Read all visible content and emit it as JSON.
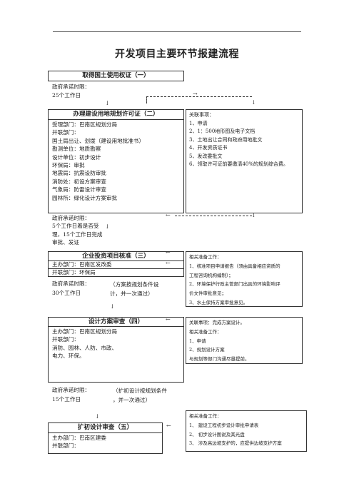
{
  "title": "开发项目主要环节报建流程",
  "arrows": {
    "down": "↓",
    "right": "→",
    "left": "←"
  },
  "step1": {
    "header": "取得国土使用权证（一）",
    "time_label": "政府承诺时限：",
    "time_value": "25个工作日"
  },
  "step2": {
    "header": "办理建设用地规划许可证（二）",
    "lines": [
      "受理部门：巴南区规划分局",
      "并联部门：",
      "国土局出让、划拨（建设用地批准书）",
      "勘测单位：地质勘察",
      "设计单位：初步设计",
      "环保局：审批",
      "地震局：抗震设防审批",
      "消防处：初设方案审查",
      "气象局：防雷设计审查",
      "园林所：绿化设计方案审批"
    ],
    "time_lines": [
      "政府承诺时限：",
      "5个工作日着是否受",
      "理，15个工作日完成",
      "审批、发证"
    ],
    "related": [
      "关联事项：",
      "1、申请",
      "2、1：500地形图及电子文档",
      "3、土地出让合同和政府用地批文",
      "4、开发资质证书",
      "5、发改委批文",
      "6、领取许可证前要缴清40%的规划综合费。"
    ]
  },
  "step3": {
    "header": "企业投资项目核准（三）",
    "host": "主办部门：巴南区发改委",
    "joint": "并联部门：环保局",
    "time_label": "政府承诺时限：",
    "time_value": "30个工作日",
    "condition": [
      "（方案按规划条件设",
      "计，并一次通过）"
    ],
    "related": [
      "相关准备工作：",
      "1、核准项目申请报告（须由具备相应资质的",
      "工程咨询机构编制）；",
      "2、环境保护行政主管部门出具的环境影响评",
      "价文件审批意见；",
      "3、水土保持方案审批意见。"
    ]
  },
  "step4": {
    "header": "设计方案审查（四）",
    "lines": [
      "主办部门：巴南区规划分局",
      "并联部门：",
      "消防、园林、人防、市政、",
      "电力、环保。"
    ],
    "time_label": "政府承诺时限：",
    "time_value": "15个工作日",
    "condition": [
      "（扩初设计按规划条件",
      "，并一次通过）"
    ],
    "related": [
      "关联事项：完成方案设计。",
      "相关准备工作：",
      "1、申请",
      "2、规划设计方案",
      "与规划等部门沟通尽量提前。"
    ]
  },
  "step5": {
    "header": "扩初设计审查（五）",
    "host": "主办部门：巴南区建委",
    "joint": "并联部门：",
    "related": [
      "相关准备工作：",
      "1、  建设工程初步设计审批申请表",
      "2、  初步设计图说及其光盘",
      "3、  涉及高边坡支护的，应提供边坡支护方案"
    ]
  }
}
